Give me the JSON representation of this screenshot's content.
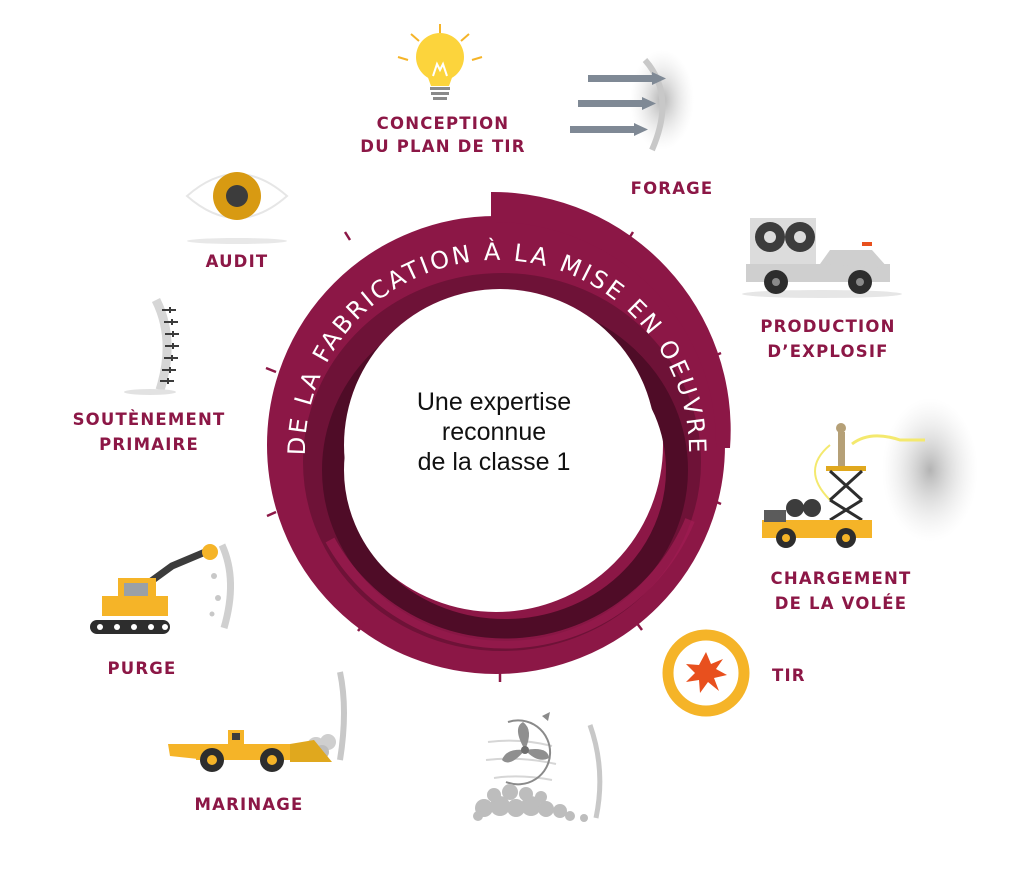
{
  "ring": {
    "arc_text": "DE LA FABRICATION À LA MISE EN OEUVRE",
    "center_lines": [
      "Une expertise",
      "reconnue",
      "de la classe 1"
    ]
  },
  "steps": [
    {
      "id": "conception",
      "lines": [
        "CONCEPTION",
        "DU PLAN DE TIR"
      ],
      "icon": "lightbulb-icon"
    },
    {
      "id": "forage",
      "lines": [
        "FORAGE"
      ],
      "icon": "drill-rods-icon"
    },
    {
      "id": "production",
      "lines": [
        "PRODUCTION",
        "D’EXPLOSIF"
      ],
      "icon": "explosive-truck-icon"
    },
    {
      "id": "chargement",
      "lines": [
        "CHARGEMENT",
        "DE LA VOLÉE"
      ],
      "icon": "charging-platform-icon"
    },
    {
      "id": "tir",
      "lines": [
        "TIR"
      ],
      "icon": "blast-icon"
    },
    {
      "id": "ventilation",
      "lines": [],
      "icon": "ventilation-fan-icon"
    },
    {
      "id": "marinage",
      "lines": [
        "MARINAGE"
      ],
      "icon": "loader-icon"
    },
    {
      "id": "purge",
      "lines": [
        "PURGE"
      ],
      "icon": "scaling-machine-icon"
    },
    {
      "id": "soutenement",
      "lines": [
        "SOUTÈNEMENT",
        "PRIMAIRE"
      ],
      "icon": "rock-bolts-icon"
    },
    {
      "id": "audit",
      "lines": [
        "AUDIT"
      ],
      "icon": "eye-icon"
    }
  ],
  "colors": {
    "ring_outer": "#8c1746",
    "ring_mid": "#6e1237",
    "ring_inner": "#4f0c27",
    "label": "#8c1746",
    "yellow": "#f5b428",
    "orange": "#e8501e",
    "gray": "#cfcfcf"
  }
}
